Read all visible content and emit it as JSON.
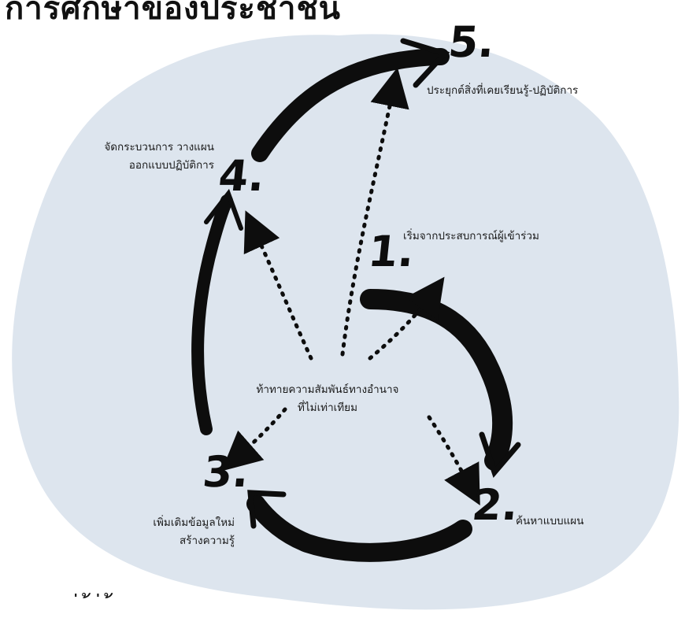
{
  "title": "การศึกษาของประชาชน",
  "colors": {
    "blob": "#dde5ee",
    "ink": "#0d0d0d"
  },
  "center": {
    "line1": "ท้าทายความสัมพันธ์ทางอำนาจ",
    "line2": "ที่ไม่เท่าเทียม"
  },
  "steps": [
    {
      "number": "1.",
      "lines": [
        "เริ่มจากประสบการณ์ผู้เข้าร่วม"
      ]
    },
    {
      "number": "2.",
      "lines": [
        "ค้นหาแบบแผน"
      ]
    },
    {
      "number": "3.",
      "lines": [
        "เพิ่มเติมข้อมูลใหม่",
        "สร้างความรู้"
      ]
    },
    {
      "number": "4.",
      "lines": [
        "จัดกระบวนการ วางแผน",
        "ออกแบบปฏิบัติการ"
      ]
    },
    {
      "number": "5.",
      "lines": [
        "ประยุกต์สิ่งที่เคยเรียนรู้-ปฏิบัติการ"
      ]
    }
  ],
  "footer_fragment": "่   ้  ่ ้"
}
